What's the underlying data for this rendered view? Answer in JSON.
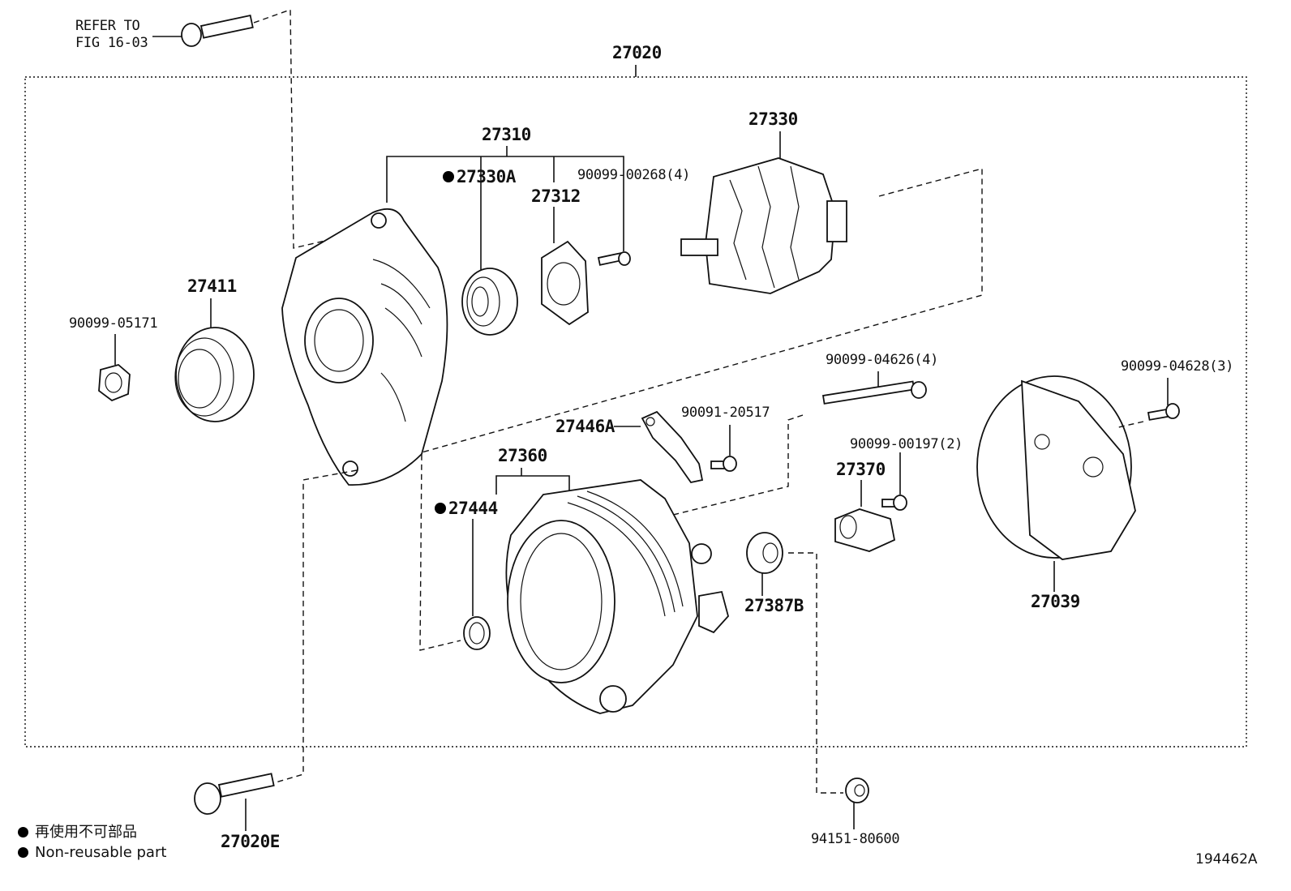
{
  "diagram": {
    "figure_id": "194462A",
    "refer_note": [
      "REFER TO",
      "FIG 16-03"
    ],
    "labels": {
      "p27020": "27020",
      "p27310": "27310",
      "p27330": "27330",
      "p27330A": "27330A",
      "p27312": "27312",
      "p90099_00268": "90099-00268(4)",
      "p27411": "27411",
      "p90099_05171": "90099-05171",
      "p90099_04626": "90099-04626(4)",
      "p90099_04628": "90099-04628(3)",
      "p27446A": "27446A",
      "p90091_20517": "90091-20517",
      "p27360": "27360",
      "p90099_00197": "90099-00197(2)",
      "p27370": "27370",
      "p27444": "27444",
      "p27387B": "27387B",
      "p27039": "27039",
      "p27020E": "27020E",
      "p94151_80600": "94151-80600"
    },
    "legend": {
      "japanese": "再使用不可部品",
      "english": "Non-reusable part"
    }
  }
}
